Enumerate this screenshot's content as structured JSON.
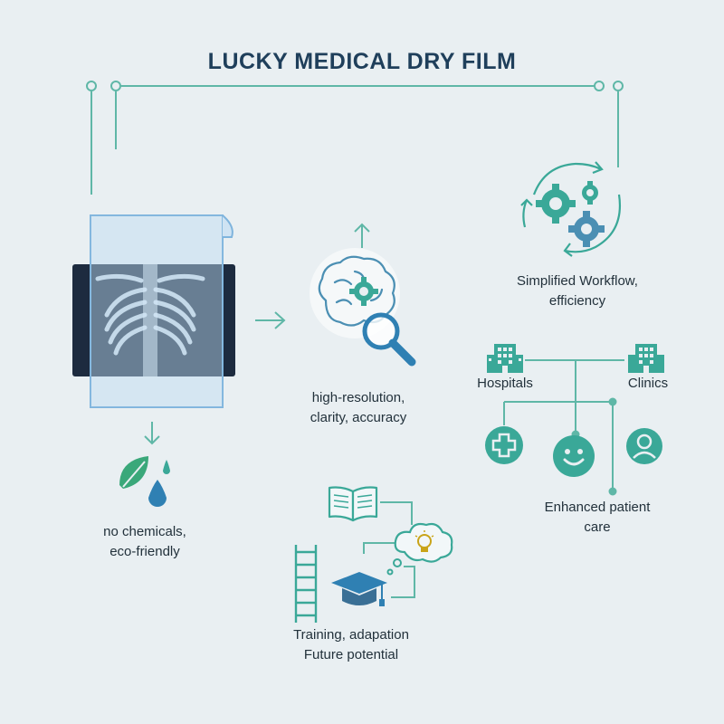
{
  "title": "LUCKY MEDICAL DRY FILM",
  "labels": {
    "eco": [
      "no chemicals,",
      "eco-friendly"
    ],
    "resolution": [
      "high-resolution,",
      "clarity, accuracy"
    ],
    "workflow": [
      "Simplified Workflow,",
      "efficiency"
    ],
    "hospitals": "Hospitals",
    "clinics": "Clinics",
    "patient_care": [
      "Enhanced patient",
      "care"
    ],
    "training": [
      "Training, adapation",
      "Future potential"
    ]
  },
  "icons": [
    "xray-film-icon",
    "leaf-water-drop-icon",
    "brain-gear-icon",
    "magnifier-icon",
    "gears-cycle-icon",
    "hospital-building-icon",
    "clinic-building-icon",
    "medical-cross-icon",
    "smiley-icon",
    "patient-avatar-icon",
    "open-book-icon",
    "lightbulb-thought-icon",
    "ladder-icon",
    "graduation-cap-icon"
  ],
  "colors": {
    "teal": "#3aa898",
    "blue": "#4b8fb3",
    "title": "#1f3f5b",
    "background": "#e9eff2"
  }
}
